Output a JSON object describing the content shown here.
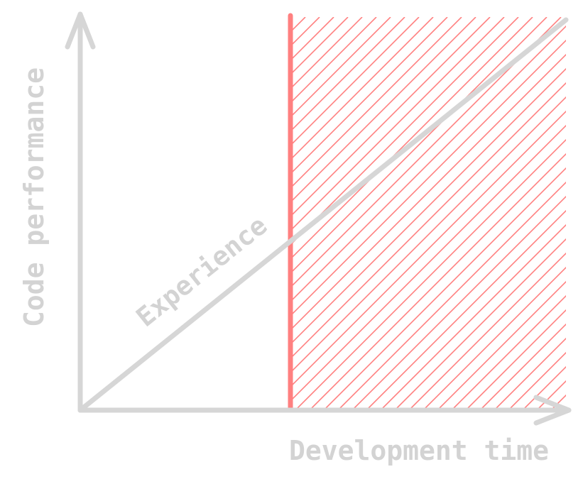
{
  "labels": {
    "y_axis": "Code performance",
    "x_axis": "Development time",
    "line": "Experience"
  },
  "colors": {
    "axis": "#d6d6d6",
    "label": "#d3d3d3",
    "line": "#d6d6d6",
    "threshold": "#ff8080",
    "hatch": "#ff8080",
    "background": "#ffffff"
  },
  "icons": {
    "y_arrow": "arrow-up-icon",
    "x_arrow": "arrow-right-icon"
  }
}
